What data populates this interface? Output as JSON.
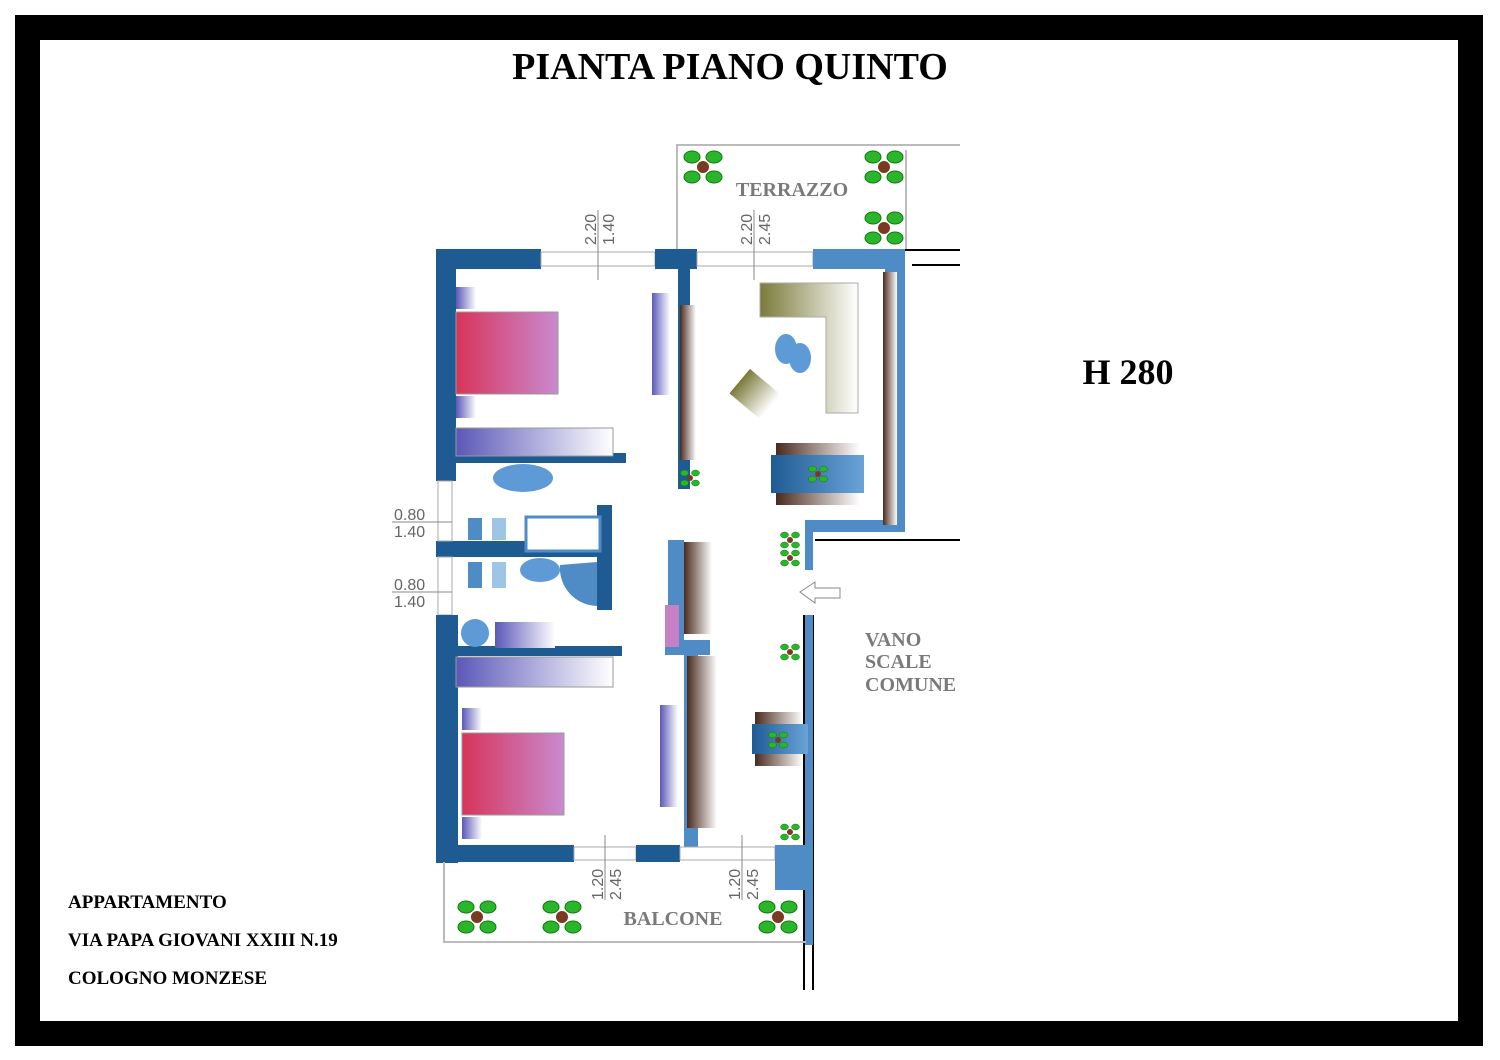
{
  "title": "PIANTA PIANO QUINTO",
  "ceiling_height": "H 280",
  "rooms": {
    "terrace": "TERRAZZO",
    "balcony": "BALCONE",
    "stairs_line1": "VANO",
    "stairs_line2": "SCALE",
    "stairs_line3": "COMUNE"
  },
  "dimensions": {
    "window_bedroom1_h": "2.20",
    "window_bedroom1_w": "1.40",
    "window_living_h": "2.20",
    "window_living_w": "2.45",
    "window_bath1_h": "0.80",
    "window_bath1_w": "1.40",
    "window_bath2_h": "0.80",
    "window_bath2_w": "1.40",
    "window_bedroom2_h": "1.20",
    "window_bedroom2_w": "2.45",
    "window_kitchen_h": "1.20",
    "window_kitchen_w": "2.45"
  },
  "address": {
    "line1": "APPARTAMENTO",
    "line2": "VIA PAPA GIOVANI XXIII N.19",
    "line3": "COLOGNO MONZESE"
  },
  "colors": {
    "frame": "#000000",
    "wall_dark": "#1f5b93",
    "wall_light": "#4f8bc4",
    "plant": "#2bb52b"
  }
}
